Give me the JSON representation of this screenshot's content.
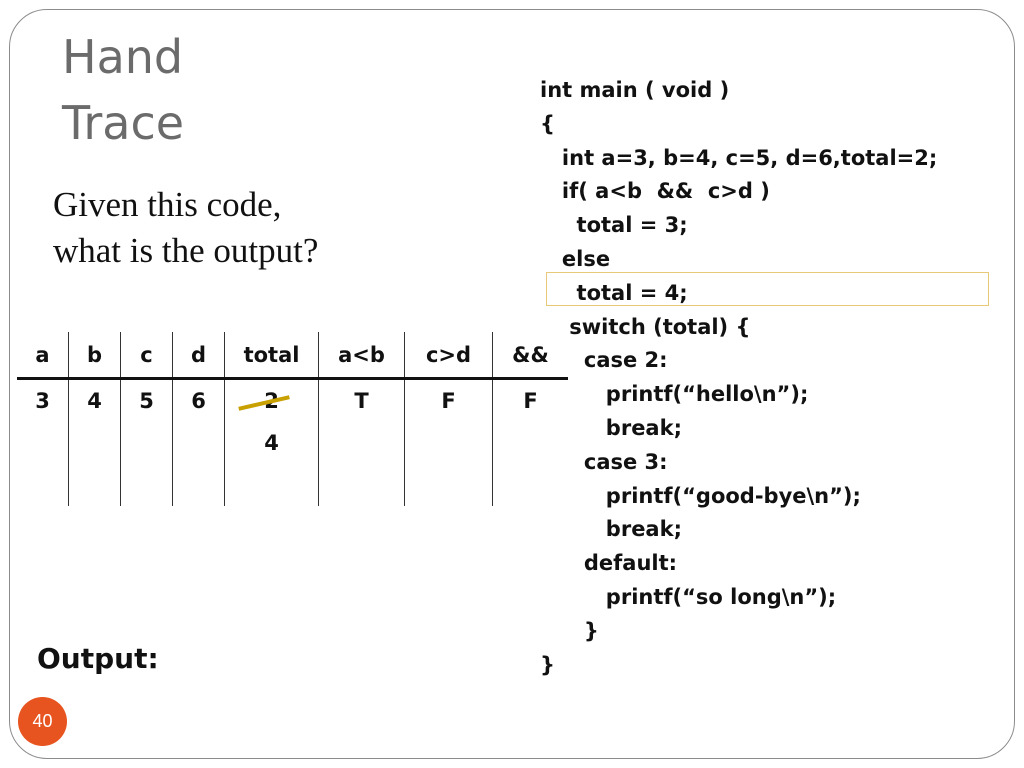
{
  "slide": {
    "title_lines": [
      "Hand",
      "Trace"
    ],
    "prompt_lines": [
      "Given this code,",
      "what is the output?"
    ],
    "output_label": "Output:",
    "page_number": "40"
  },
  "trace_table": {
    "headers": [
      "a",
      "b",
      "c",
      "d",
      "total",
      "a<b",
      "c>d",
      "&&"
    ],
    "row1": [
      "3",
      "4",
      "5",
      "6",
      "2",
      "T",
      "F",
      "F"
    ],
    "total_struck_value": "2",
    "total_new_value": "4"
  },
  "code": {
    "lines": [
      "int main ( void )",
      "{",
      "   int a=3, b=4, c=5, d=6,total=2;",
      "   if( a<b  &&  c>d )",
      "     total = 3;",
      "   else",
      "     total = 4;",
      "    switch (total) {",
      "      case 2:",
      "         printf(“hello\\n”);",
      "         break;",
      "      case 3:",
      "         printf(“good-bye\\n”);",
      "         break;",
      "      default:",
      "         printf(“so long\\n”);",
      "      }",
      "}"
    ],
    "highlighted_line_index": 6
  },
  "colors": {
    "title": "#6b6b6b",
    "badge": "#e8541f",
    "strike": "#c8a000",
    "highlight_border": "#e8c97a"
  }
}
